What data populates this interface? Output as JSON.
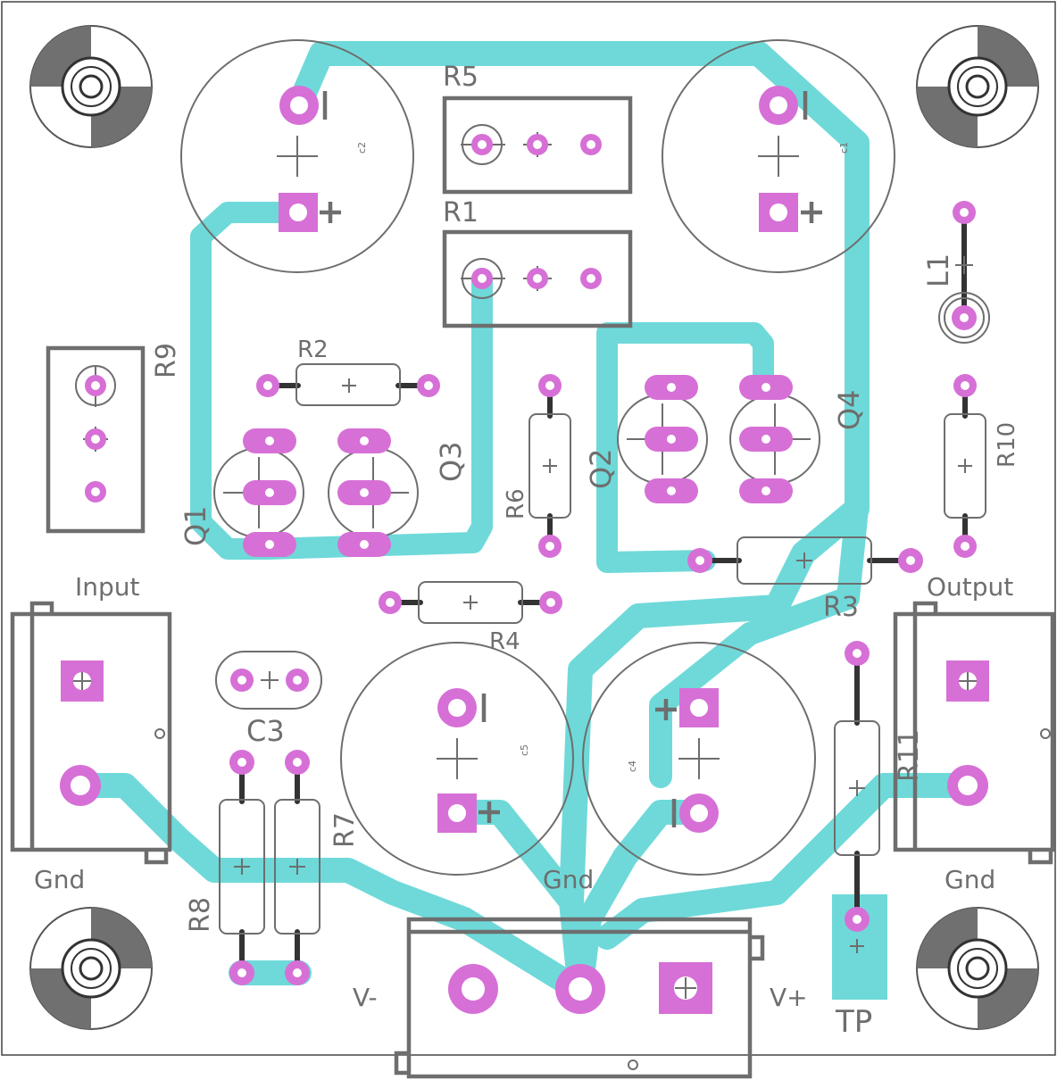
{
  "colors": {
    "trace": "#6fd9d9",
    "pad": "#d670d6",
    "silkscreen": "#6e6e6e",
    "background": "#ffffff"
  },
  "labels": {
    "r1": "R1",
    "r2": "R2",
    "r3": "R3",
    "r4": "R4",
    "r5": "R5",
    "r6": "R6",
    "r7": "R7",
    "r8": "R8",
    "r9": "R9",
    "r10": "R10",
    "r11": "R11",
    "q1": "Q1",
    "q2": "Q2",
    "q3": "Q3",
    "q4": "Q4",
    "l1": "L1",
    "c3": "C3",
    "c1_small": "c1",
    "c2_small": "c2",
    "c4_small": "c4",
    "c5_small": "c5",
    "input": "Input",
    "output": "Output",
    "gnd_left": "Gnd",
    "gnd_center": "Gnd",
    "gnd_right": "Gnd",
    "v_minus": "V-",
    "v_plus": "V+",
    "tp": "TP"
  },
  "icons": [
    "mounting-hole-icon",
    "plus-icon",
    "minus-icon"
  ]
}
